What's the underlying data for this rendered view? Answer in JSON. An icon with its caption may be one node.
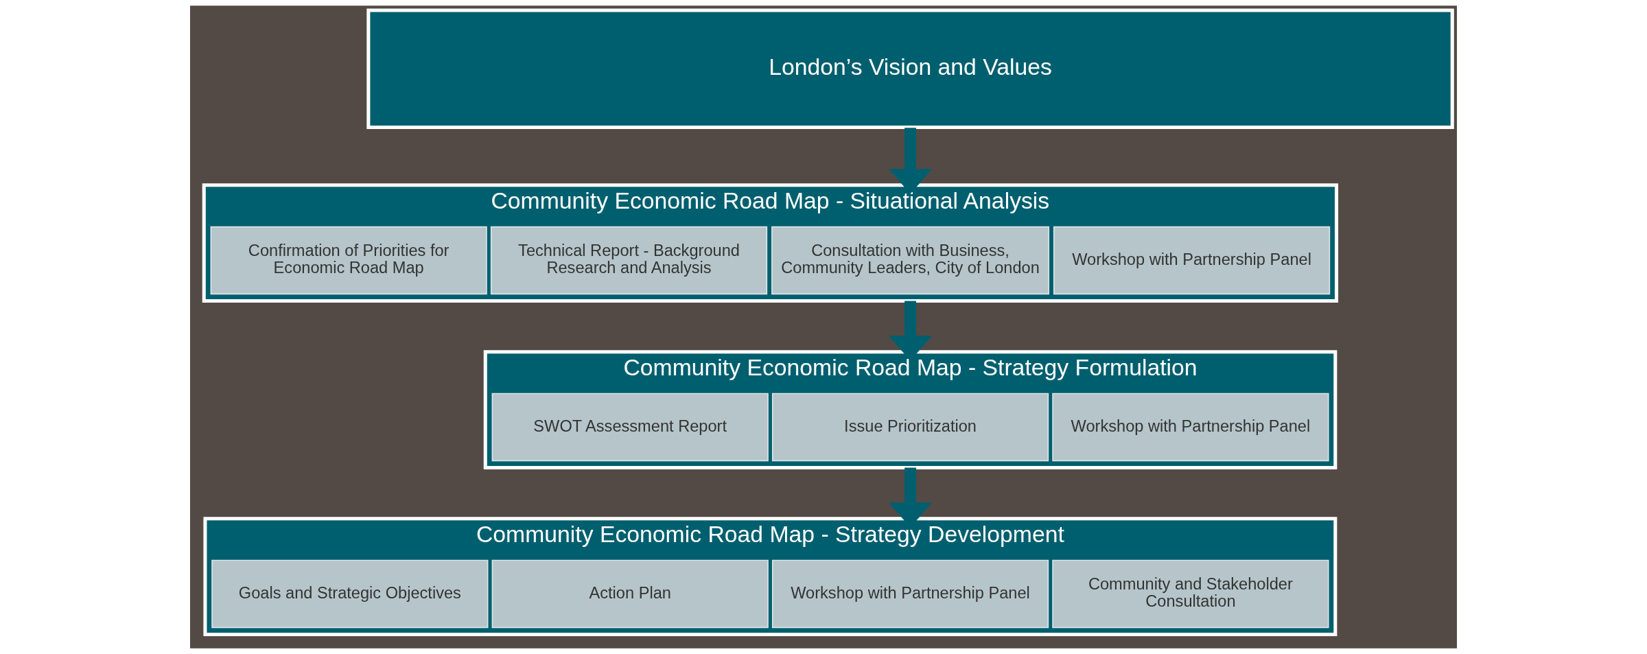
{
  "diagram": {
    "nodes": [
      {
        "text": [
          "London’s Vision and Values"
        ]
      },
      {
        "text": [
          "Community Economic Road Map - Situational Analysis"
        ]
      },
      {
        "text": [
          "Confirmation of Priorities for Economic Road Map"
        ],
        "in": 1
      },
      {
        "text": [
          "Technical Report - Background Research and Analysis"
        ],
        "in": 1
      },
      {
        "text": [
          "Consultation with Business, Community Leaders, City of London"
        ],
        "in": 1
      },
      {
        "text": [
          "Workshop with Partnership Panel"
        ],
        "in": 1
      },
      {
        "text": [
          "Community Economic Road Map - Strategy Formulation"
        ]
      },
      {
        "text": [
          "SWOT Assessment Report"
        ],
        "in": 6
      },
      {
        "text": [
          "Issue Prioritization"
        ],
        "in": 6
      },
      {
        "text": [
          "Workshop with Partnership Panel"
        ],
        "in": 6
      },
      {
        "text": [
          "Community Economic Road Map - Strategy Development"
        ]
      },
      {
        "text": [
          "Goals and Strategic Objectives"
        ],
        "in": 10
      },
      {
        "text": [
          "Action Plan"
        ],
        "in": 10
      },
      {
        "text": [
          "Workshop with Partnership Panel"
        ],
        "in": 10
      },
      {
        "text": [
          "Community and Stakeholder Consultation"
        ],
        "in": 10
      }
    ],
    "edges": [
      {
        "from": 0,
        "to": 1,
        "arrow": "to"
      },
      {
        "from": 1,
        "to": 6,
        "arrow": "to"
      },
      {
        "from": 6,
        "to": 10,
        "arrow": "to"
      }
    ]
  }
}
